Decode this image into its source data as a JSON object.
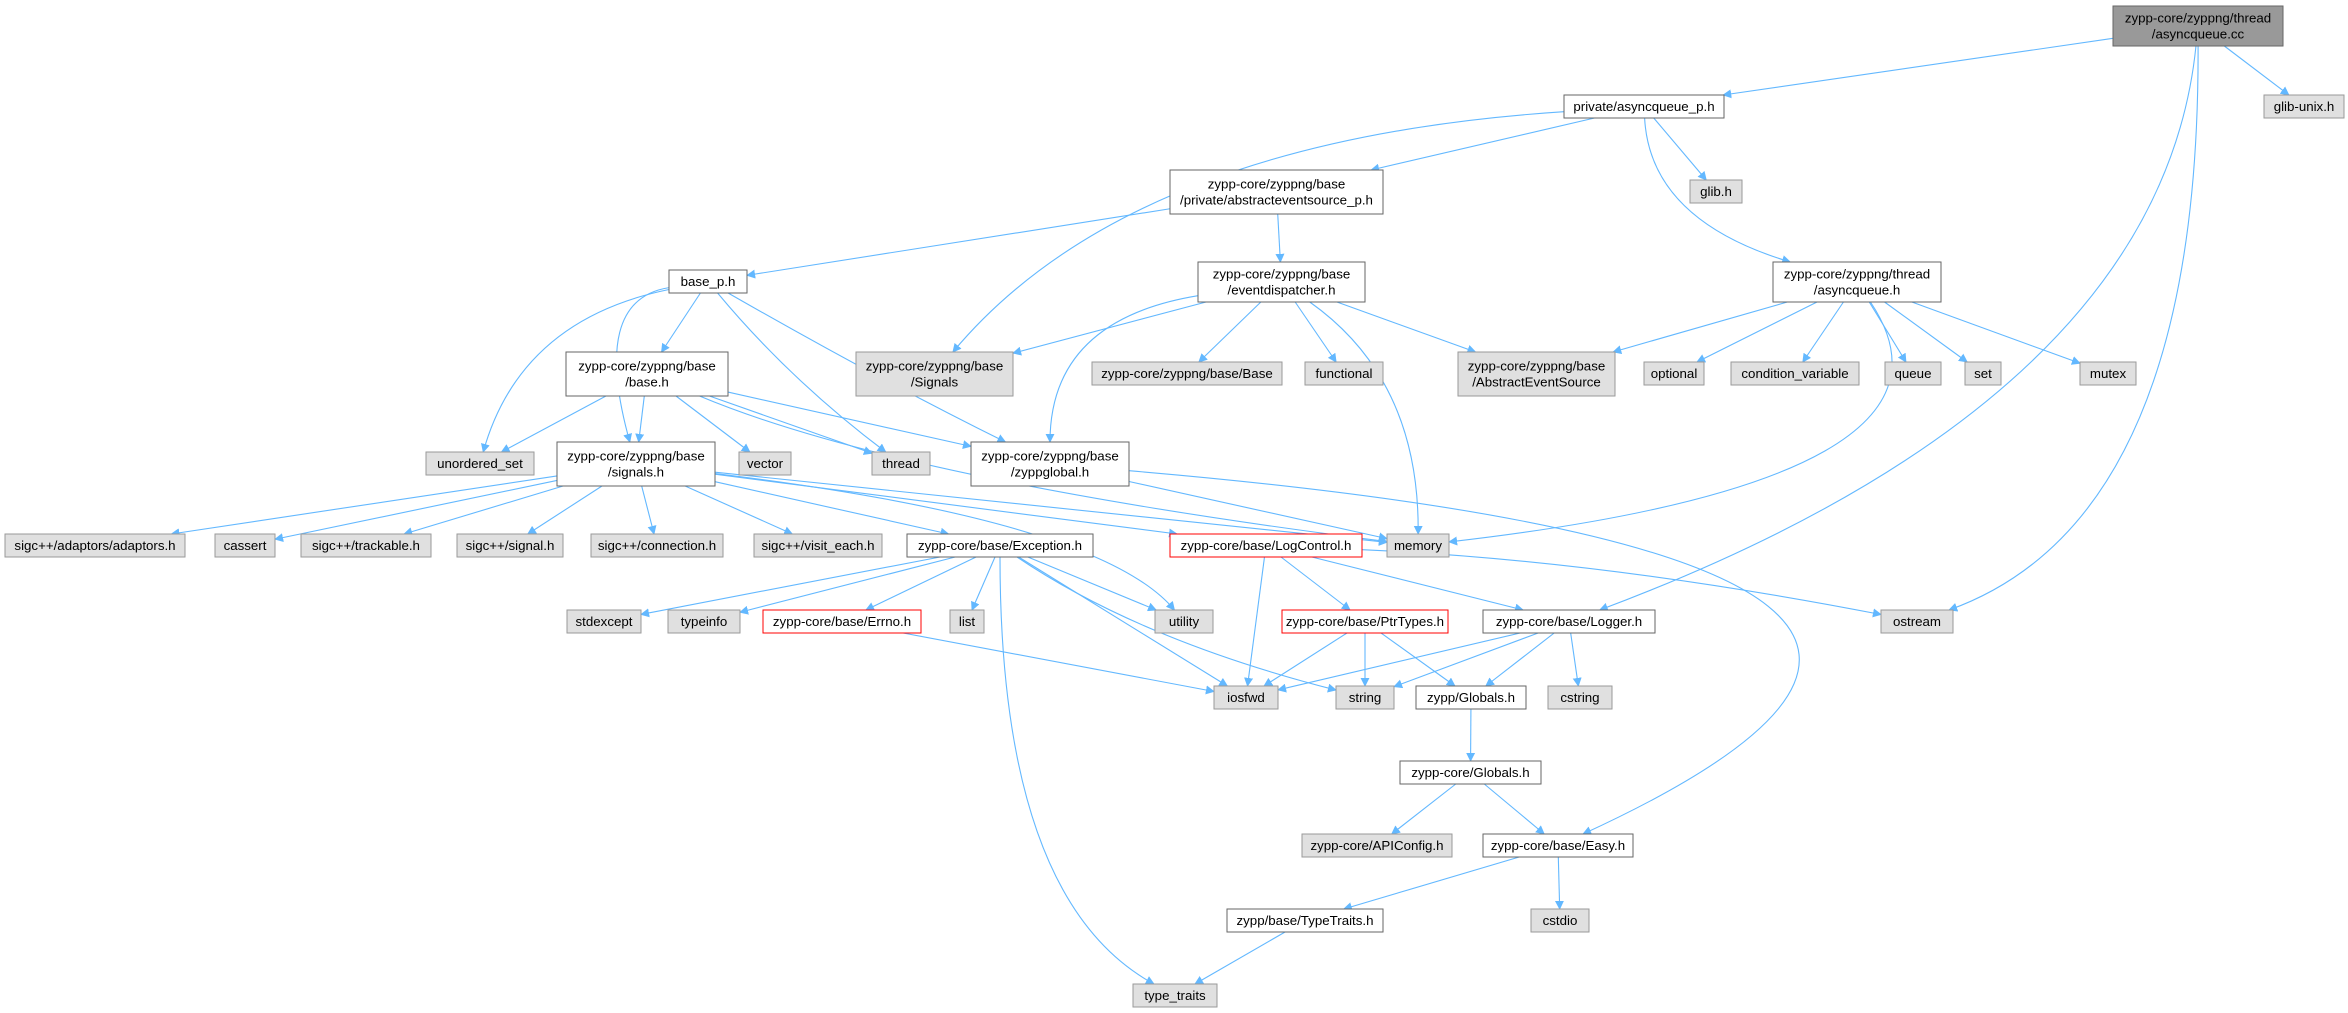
{
  "colors": {
    "edge": "#63b8ff",
    "root_fill": "#999999",
    "external_fill": "#e0e0e0",
    "normal_fill": "#ffffff",
    "incomplete_border": "#ff0000"
  },
  "nodes": {
    "root": [
      "zypp-core/zyppng/thread",
      "/asyncqueue.cc"
    ],
    "glib_unix": [
      "glib-unix.h"
    ],
    "asyncqueue_p": [
      "private/asyncqueue_p.h"
    ],
    "glib": [
      "glib.h"
    ],
    "abstracteventsource_p": [
      "zypp-core/zyppng/base",
      "/private/abstracteventsource_p.h"
    ],
    "base_p": [
      "base_p.h"
    ],
    "eventdispatcher": [
      "zypp-core/zyppng/base",
      "/eventdispatcher.h"
    ],
    "asyncqueue_h": [
      "zypp-core/zyppng/thread",
      "/asyncqueue.h"
    ],
    "base_h": [
      "zypp-core/zyppng/base",
      "/base.h"
    ],
    "signals_ext": [
      "zypp-core/zyppng/base",
      "/Signals"
    ],
    "base_ext": [
      "zypp-core/zyppng/base/Base"
    ],
    "functional": [
      "functional"
    ],
    "abstracteventsource_ext": [
      "zypp-core/zyppng/base",
      "/AbstractEventSource"
    ],
    "optional": [
      "optional"
    ],
    "condition_variable": [
      "condition_variable"
    ],
    "queue": [
      "queue"
    ],
    "set": [
      "set"
    ],
    "mutex": [
      "mutex"
    ],
    "unordered_set": [
      "unordered_set"
    ],
    "signals_h": [
      "zypp-core/zyppng/base",
      "/signals.h"
    ],
    "vector": [
      "vector"
    ],
    "thread": [
      "thread"
    ],
    "zyppglobal": [
      "zypp-core/zyppng/base",
      "/zyppglobal.h"
    ],
    "adaptors": [
      "sigc++/adaptors/adaptors.h"
    ],
    "cassert": [
      "cassert"
    ],
    "trackable": [
      "sigc++/trackable.h"
    ],
    "sigc_signal": [
      "sigc++/signal.h"
    ],
    "connection": [
      "sigc++/connection.h"
    ],
    "visit_each": [
      "sigc++/visit_each.h"
    ],
    "exception": [
      "zypp-core/base/Exception.h"
    ],
    "logcontrol": [
      "zypp-core/base/LogControl.h"
    ],
    "memory": [
      "memory"
    ],
    "stdexcept": [
      "stdexcept"
    ],
    "typeinfo": [
      "typeinfo"
    ],
    "errno": [
      "zypp-core/base/Errno.h"
    ],
    "list": [
      "list"
    ],
    "utility": [
      "utility"
    ],
    "ptrtypes": [
      "zypp-core/base/PtrTypes.h"
    ],
    "logger": [
      "zypp-core/base/Logger.h"
    ],
    "ostream": [
      "ostream"
    ],
    "iosfwd": [
      "iosfwd"
    ],
    "string": [
      "string"
    ],
    "zypp_globals": [
      "zypp/Globals.h"
    ],
    "cstring": [
      "cstring"
    ],
    "core_globals": [
      "zypp-core/Globals.h"
    ],
    "apiconfig": [
      "zypp-core/APIConfig.h"
    ],
    "easy": [
      "zypp-core/base/Easy.h"
    ],
    "typetraits": [
      "zypp/base/TypeTraits.h"
    ],
    "cstdio": [
      "cstdio"
    ],
    "type_traits": [
      "type_traits"
    ]
  }
}
